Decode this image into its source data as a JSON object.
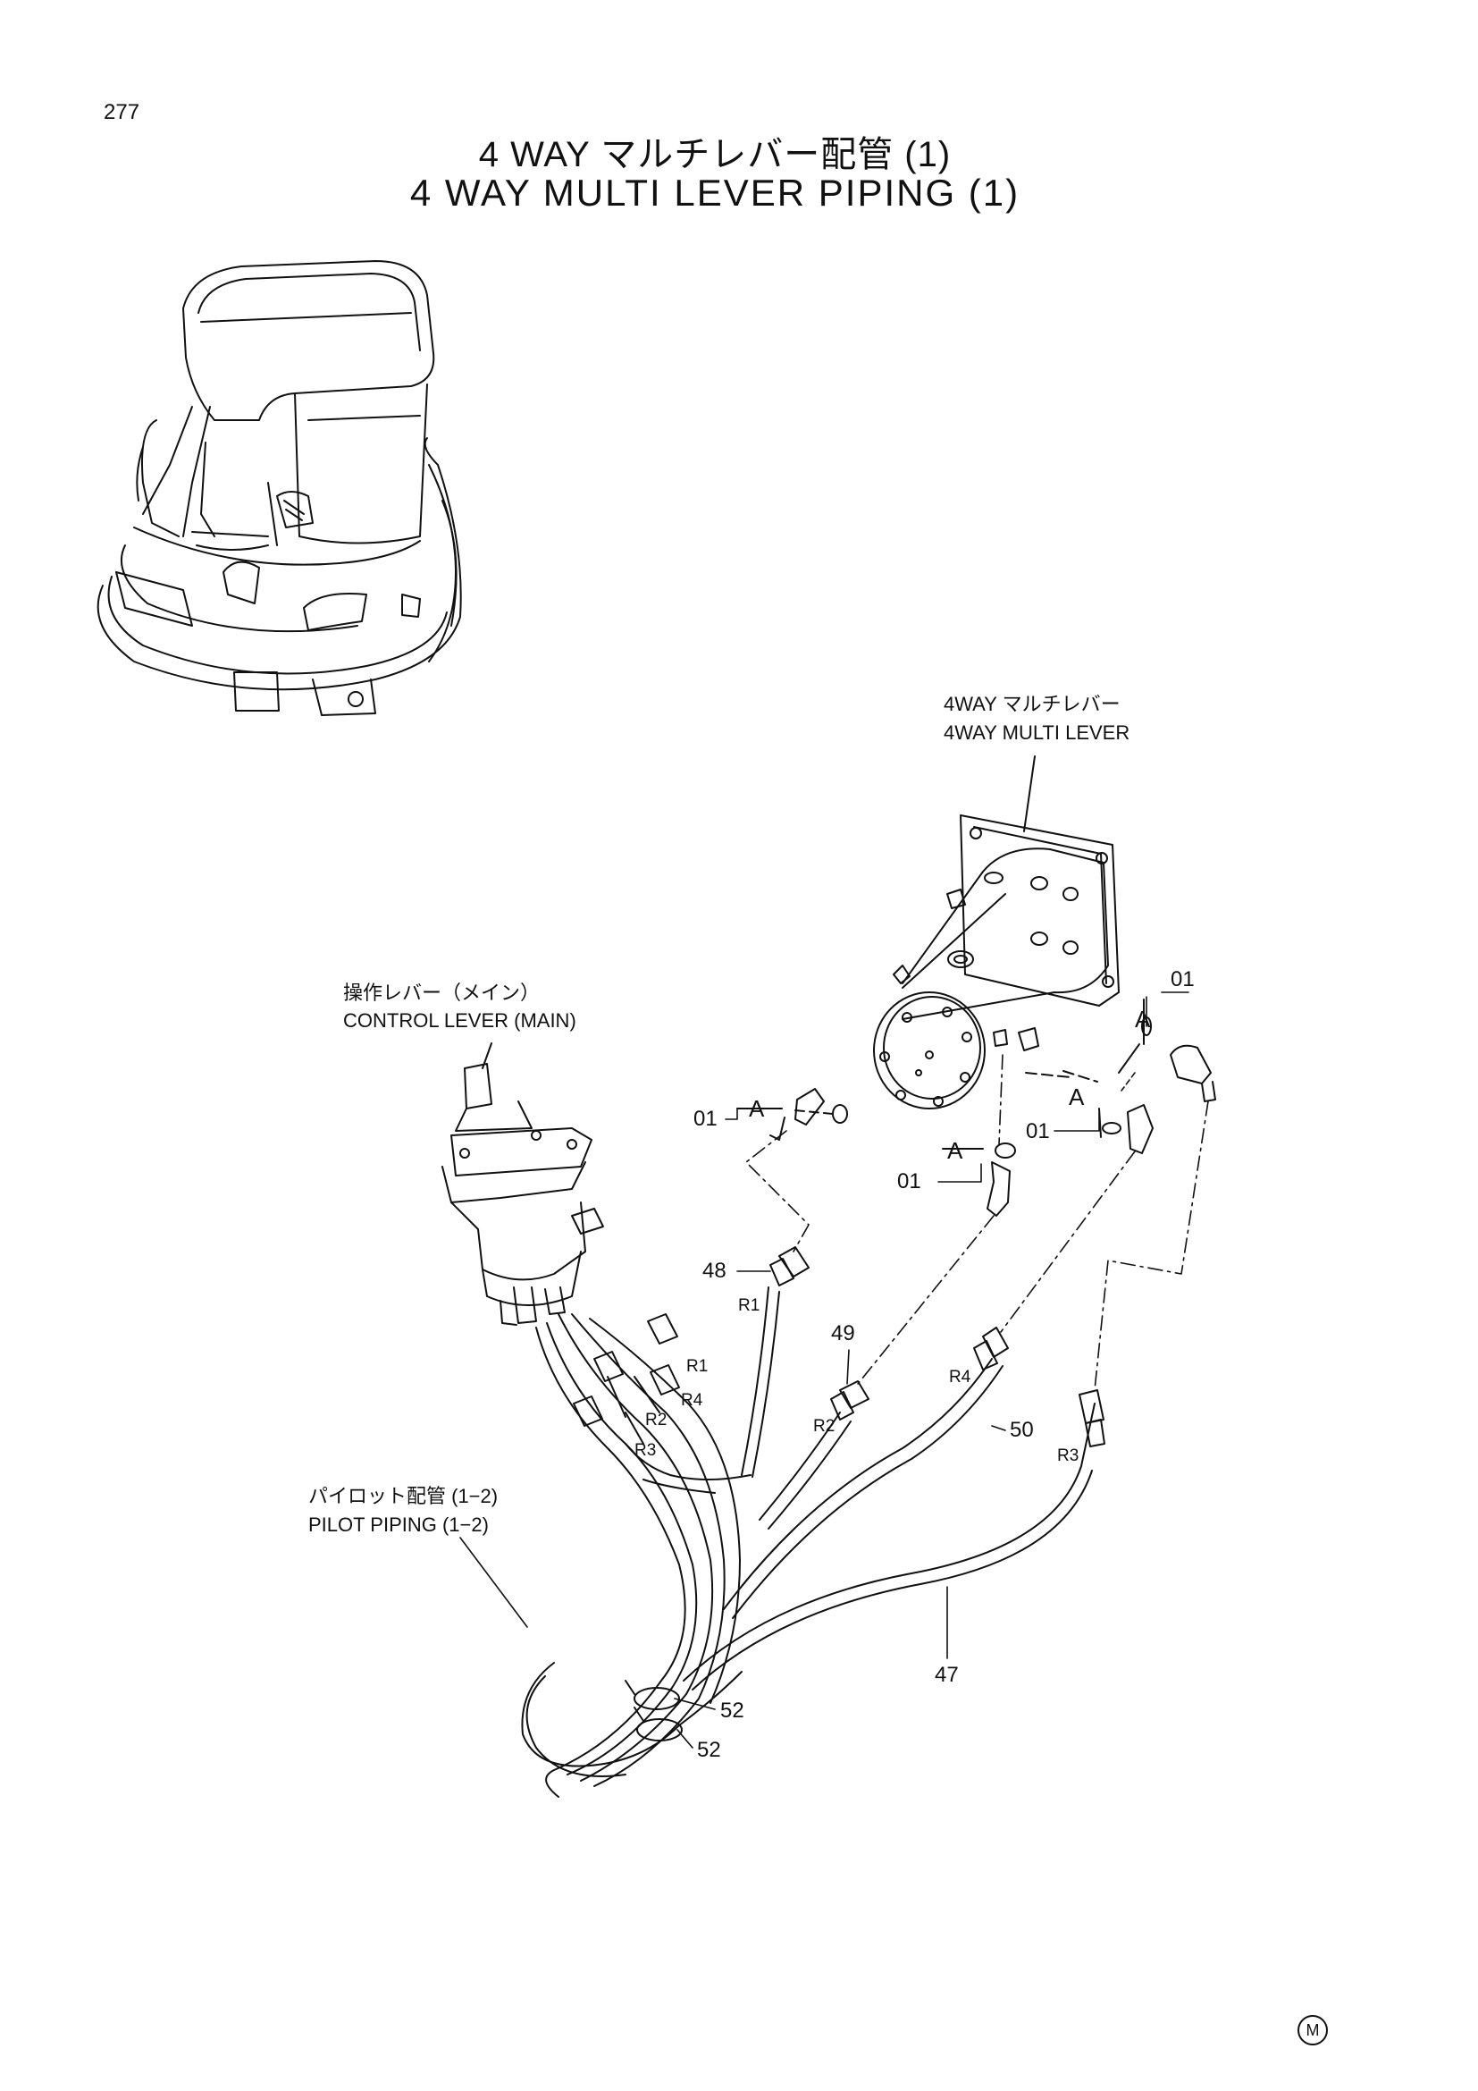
{
  "page": {
    "number": "277"
  },
  "title": {
    "jp": "4 WAY マルチレバー配管 (1)",
    "en": "4 WAY MULTI LEVER PIPING (1)"
  },
  "labels": {
    "multi_lever_jp": "4WAY マルチレバー",
    "multi_lever_en": "4WAY MULTI LEVER",
    "control_lever_jp": "操作レバー（メイン）",
    "control_lever_en": "CONTROL LEVER (MAIN)",
    "pilot_piping_jp": "パイロット配管 (1−2)",
    "pilot_piping_en": "PILOT PIPING (1−2)"
  },
  "part_numbers": {
    "p01": "01",
    "p47": "47",
    "p48": "48",
    "p49": "49",
    "p50": "50",
    "p52": "52"
  },
  "ports": {
    "r1": "R1",
    "r2": "R2",
    "r3": "R3",
    "r4": "R4"
  },
  "section_marker": "A",
  "footer_mark": "M"
}
